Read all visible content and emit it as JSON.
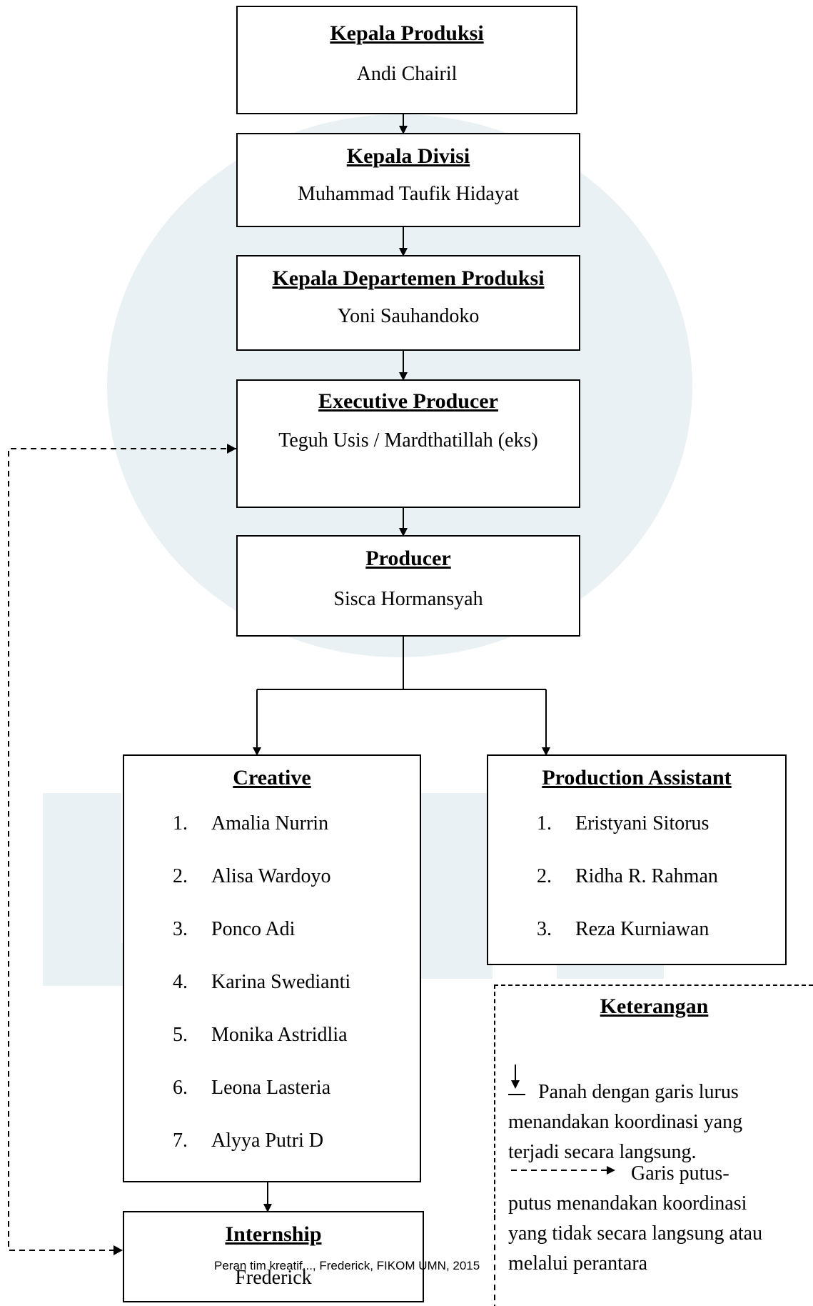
{
  "boxes": {
    "kepala_produksi": {
      "title": "Kepala Produksi",
      "name": "Andi Chairil"
    },
    "kepala_divisi": {
      "title": "Kepala Divisi",
      "name": "Muhammad Taufik Hidayat"
    },
    "kepala_departemen": {
      "title": "Kepala Departemen Produksi",
      "name": "Yoni Sauhandoko"
    },
    "executive_producer": {
      "title": "Executive Producer",
      "name": "Teguh Usis / Mardthatillah (eks)"
    },
    "producer": {
      "title": "Producer",
      "name": "Sisca Hormansyah"
    },
    "internship": {
      "title": "Internship",
      "name": "Frederick"
    }
  },
  "creative": {
    "title": "Creative",
    "members": [
      {
        "num": "1.",
        "name": "Amalia Nurrin"
      },
      {
        "num": "2.",
        "name": "Alisa Wardoyo"
      },
      {
        "num": "3.",
        "name": "Ponco Adi"
      },
      {
        "num": "4.",
        "name": "Karina Swedianti"
      },
      {
        "num": "5.",
        "name": "Monika Astridlia"
      },
      {
        "num": "6.",
        "name": "Leona Lasteria"
      },
      {
        "num": "7.",
        "name": "Alyya Putri D"
      }
    ]
  },
  "production_assistant": {
    "title": "Production Assistant",
    "members": [
      {
        "num": "1.",
        "name": "Eristyani Sitorus"
      },
      {
        "num": "2.",
        "name": "Ridha R. Rahman"
      },
      {
        "num": "3.",
        "name": "Reza Kurniawan"
      }
    ]
  },
  "legend": {
    "title": "Keterangan",
    "solid_text": "Panah dengan garis lurus menandakan koordinasi yang terjadi secara langsung.",
    "dashed_text": "Garis putus-putus menandakan koordinasi yang tidak secara langsung atau melalui perantara"
  },
  "footer": "Peran tim kreatif..., Frederick, FIKOM UMN, 2015",
  "colors": {
    "watermark": "#e9f1f4",
    "line": "#000000"
  }
}
